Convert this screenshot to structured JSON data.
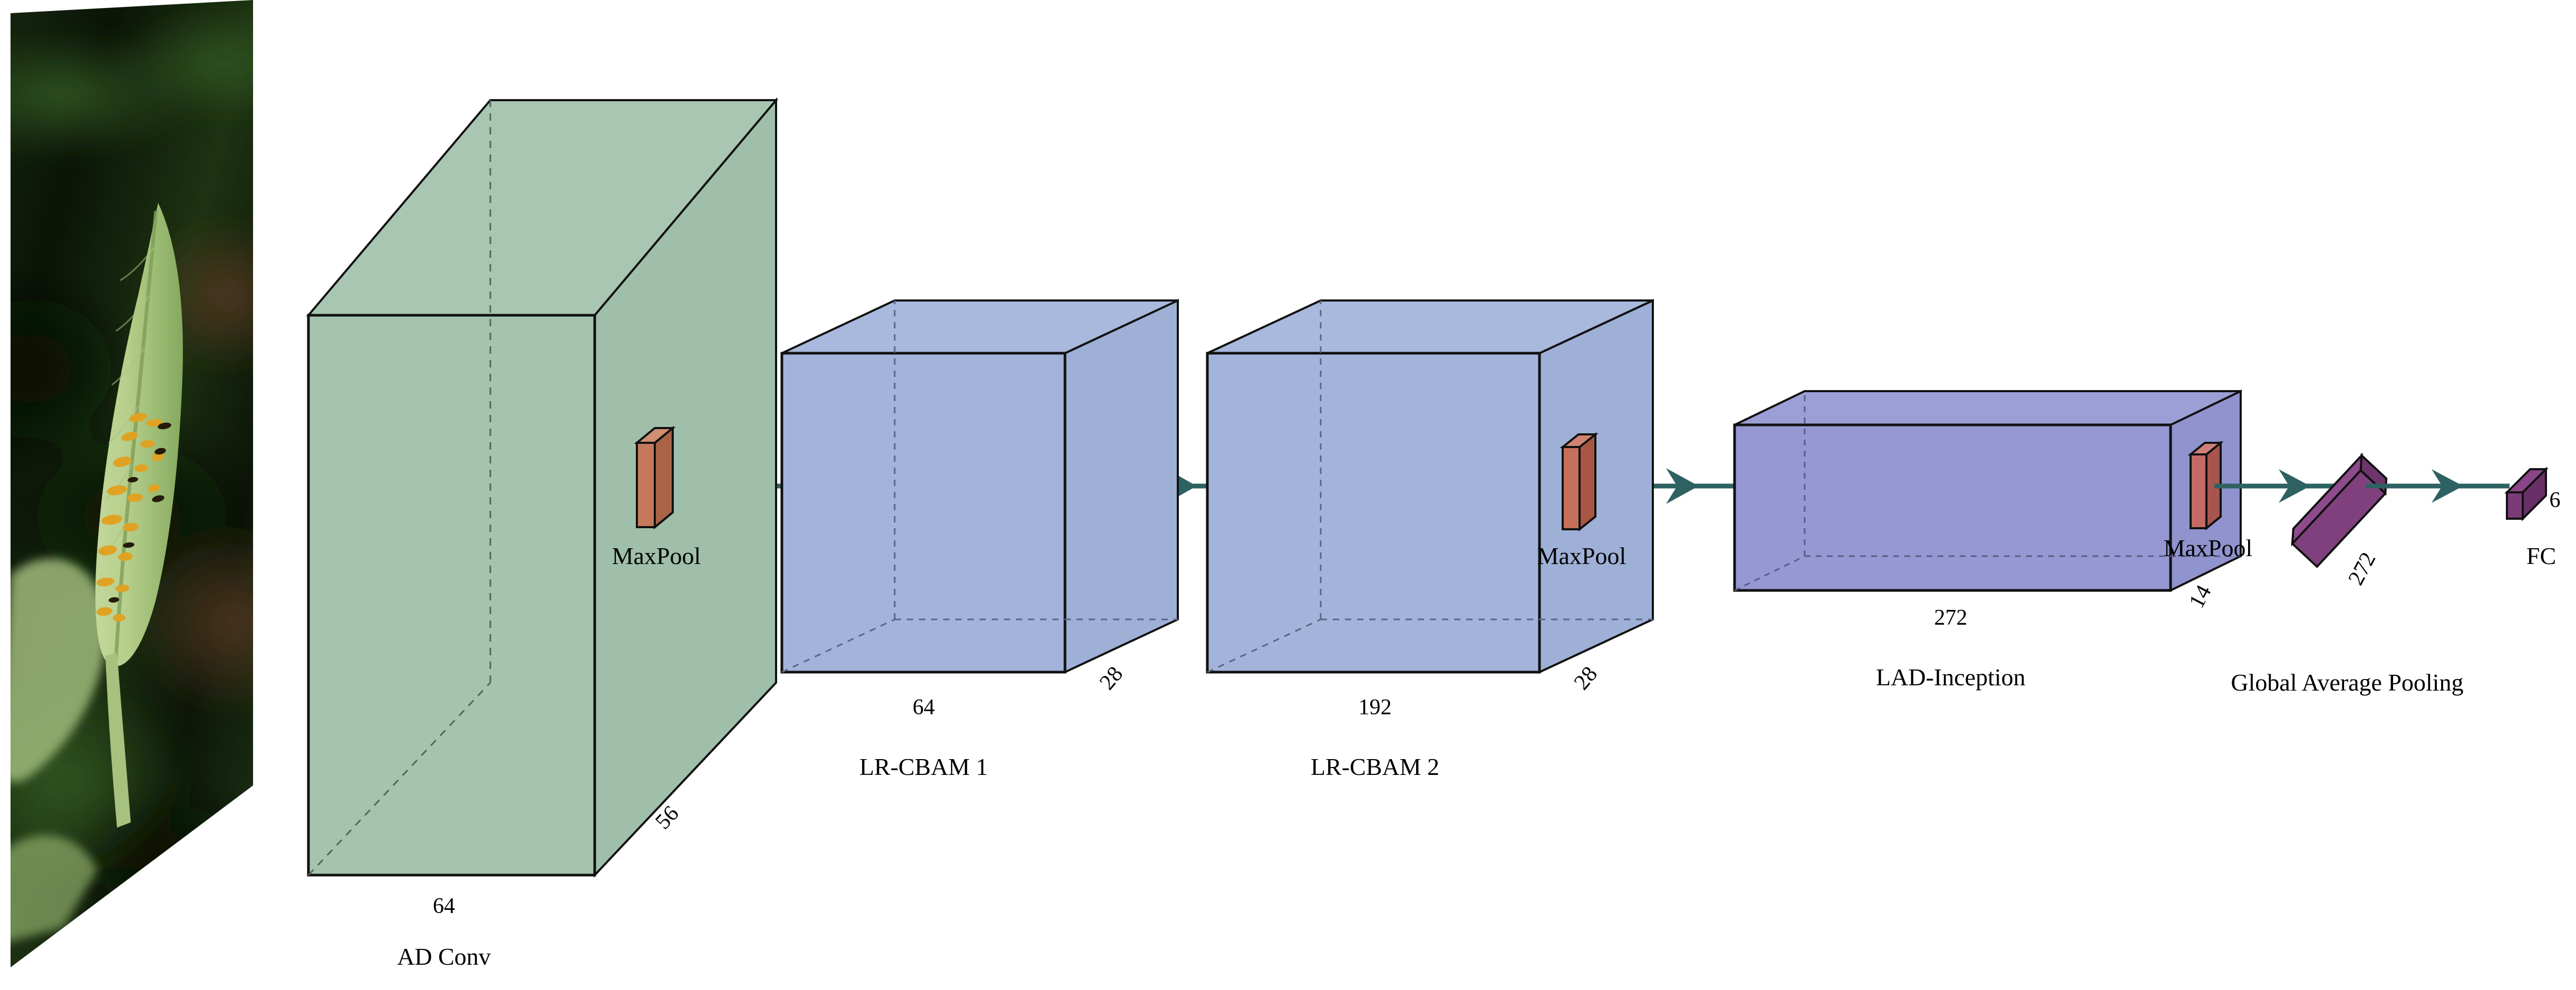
{
  "figure": {
    "type": "neural-network-architecture-diagram",
    "background_color": "#ffffff",
    "arrow_color": "#2E6262",
    "outline_color": "#000000"
  },
  "input": {
    "name": "input-leaf-image",
    "description": "plant leaf photograph with orange rust lesions",
    "shear": "skewed parallelogram"
  },
  "blocks": [
    {
      "id": "ad-conv",
      "label": "AD  Conv",
      "width_label": "64",
      "depth_label": "56",
      "color": "#A5C3AF",
      "top_color": "#A9C6B3",
      "side_color": "#A0BFAA"
    },
    {
      "id": "lr-cbam-1",
      "label": "LR-CBAM 1",
      "width_label": "64",
      "depth_label": "28",
      "color": "#A3B4DA",
      "top_color": "#A8B9DD",
      "side_color": "#9EB0D6"
    },
    {
      "id": "lr-cbam-2",
      "label": "LR-CBAM 2",
      "width_label": "192",
      "depth_label": "28",
      "color": "#A3B4DA",
      "top_color": "#A8B9DD",
      "side_color": "#9EB0D6"
    },
    {
      "id": "lad-inception",
      "label": "LAD-Inception",
      "width_label": "272",
      "depth_label": "14",
      "color": "#9598D2",
      "top_color": "#9C9FD6",
      "side_color": "#9093CE"
    },
    {
      "id": "global-average-pooling",
      "label": "Global Average Pooling",
      "width_label": "272",
      "color": "#80407E",
      "top_color": "#8E4A8C",
      "side_color": "#6E356C"
    },
    {
      "id": "fc",
      "label": "FC",
      "width_label": "6",
      "color": "#7B3A78",
      "top_color": "#8A4487",
      "side_color": "#692F66"
    }
  ],
  "pooling": [
    {
      "id": "maxpool-1",
      "label": "MaxPool",
      "color": "#C4795A",
      "side_color": "#A96347",
      "top_color": "#D08E72"
    },
    {
      "id": "maxpool-2",
      "label": "MaxPool",
      "color": "#C4705A",
      "side_color": "#A85744",
      "top_color": "#D08470"
    },
    {
      "id": "maxpool-3",
      "label": "MaxPool",
      "color": "#C46A64",
      "side_color": "#A8544F",
      "top_color": "#D08079"
    }
  ],
  "chart_data": {
    "type": "table",
    "title": "Network architecture pipeline",
    "categories": [
      "AD  Conv",
      "LR-CBAM 1",
      "LR-CBAM 2",
      "LAD-Inception",
      "Global Average Pooling",
      "FC"
    ],
    "channels": [
      64,
      64,
      192,
      272,
      272,
      6
    ],
    "spatial": [
      56,
      28,
      28,
      14,
      null,
      null
    ],
    "legend": [
      "MaxPool",
      "MaxPool",
      "MaxPool"
    ]
  }
}
